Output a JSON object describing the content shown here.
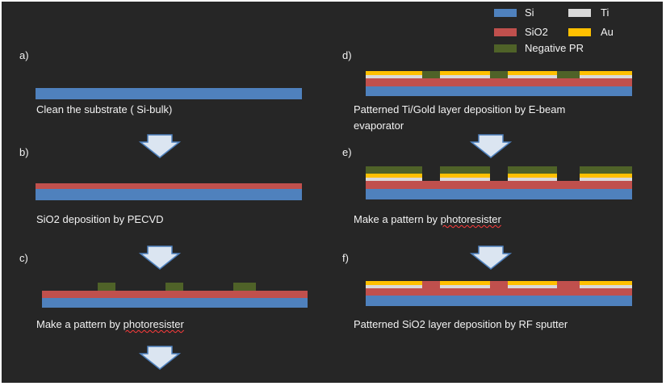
{
  "legend": {
    "items": [
      {
        "key": "si",
        "label": "Si",
        "color": "#4f81bd"
      },
      {
        "key": "ti",
        "label": "Ti",
        "color": "#d9d9d9"
      },
      {
        "key": "sio2",
        "label": "SiO2",
        "color": "#c0504d"
      },
      {
        "key": "au",
        "label": "Au",
        "color": "#ffc000"
      },
      {
        "key": "pr",
        "label": "Negative PR",
        "color": "#4f6228"
      }
    ]
  },
  "steps": {
    "a": {
      "letter": "a)",
      "caption": "Clean the substrate ( Si-bulk)"
    },
    "b": {
      "letter": "b)",
      "caption": "SiO2 deposition by PECVD"
    },
    "c": {
      "letter": "c)",
      "caption_prefix": "Make a pattern by ",
      "caption_underlined": "photoresister"
    },
    "d": {
      "letter": "d)",
      "caption_line1": "Patterned Ti/Gold layer deposition by E-beam",
      "caption_line2": "evaporator"
    },
    "e": {
      "letter": "e)",
      "caption_prefix": "Make a pattern by ",
      "caption_underlined": "photoresister"
    },
    "f": {
      "letter": "f)",
      "caption": "Patterned SiO2 layer deposition by RF sputter"
    }
  },
  "colors": {
    "background": "#262626",
    "text": "#f2f2f2",
    "arrow_fill": "#dbe5f1",
    "arrow_stroke": "#4f81bd"
  }
}
